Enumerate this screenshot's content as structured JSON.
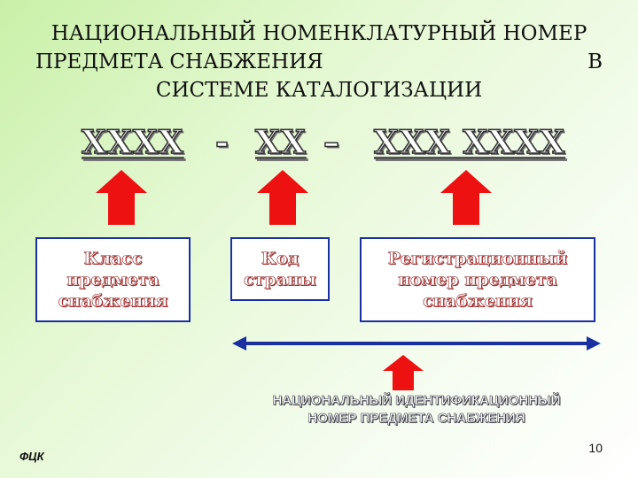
{
  "title": {
    "line1": "НАЦИОНАЛЬНЫЙ НОМЕНКЛАТУРНЫЙ НОМЕР",
    "line2_left": "ПРЕДМЕТА СНАБЖЕНИЯ",
    "line2_right": "В",
    "line3": "СИСТЕМЕ КАТАЛОГИЗАЦИИ"
  },
  "code": {
    "part1": "XXXX",
    "sep1": "-",
    "part2": "XX",
    "sep2": "–",
    "part3": "XXX XXXX"
  },
  "boxes": [
    {
      "text": "Класс\nпредмета\nснабжения"
    },
    {
      "text": "Код\nстраны"
    },
    {
      "text": "Регистрационный\nномер предмета\nснабжения"
    }
  ],
  "caption": {
    "line1": "НАЦИОНАЛЬНЫЙ ИДЕНТИФИКАЦИОННЫЙ",
    "line2": "НОМЕР ПРЕДМЕТА СНАБЖЕНИЯ"
  },
  "footer": {
    "left": "ФЦК",
    "page": "10"
  },
  "colors": {
    "arrow": "#ee1111",
    "box_border": "#1a2fa0",
    "line": "#1a2fa0"
  }
}
